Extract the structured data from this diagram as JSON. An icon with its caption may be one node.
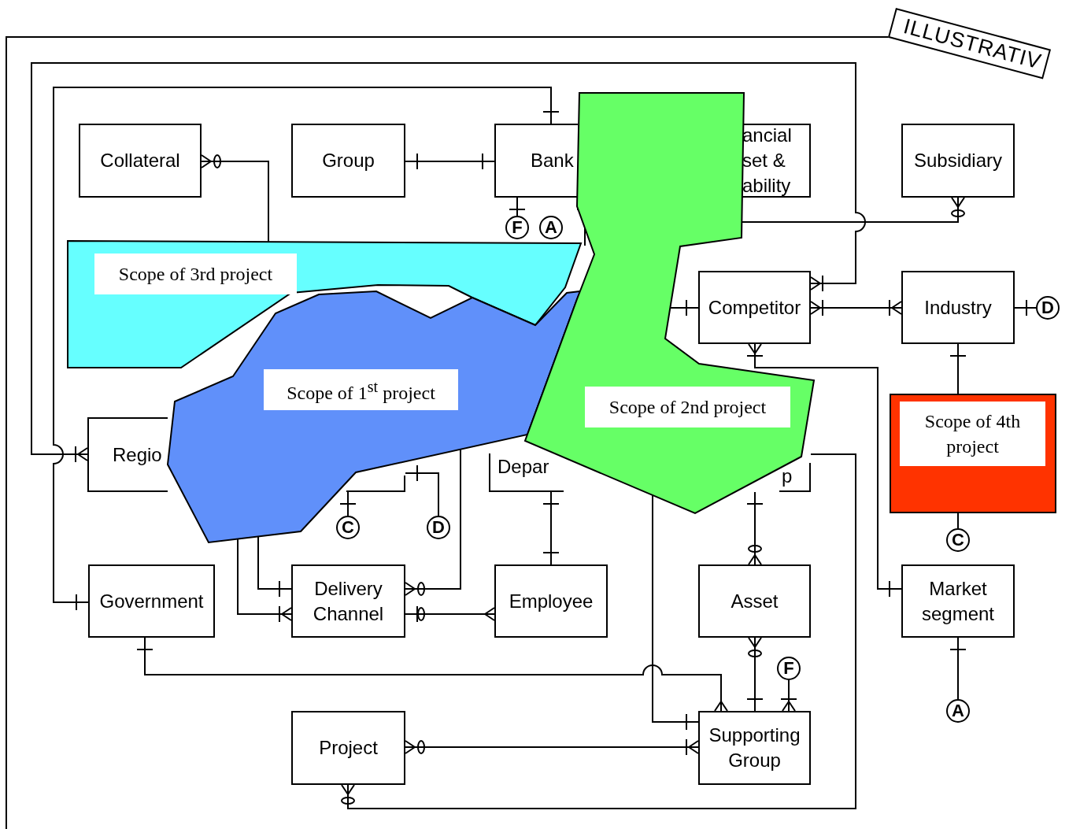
{
  "diagram": {
    "nodes": [
      {
        "text": [
          "Collateral"
        ]
      },
      {
        "text": [
          "Group"
        ]
      },
      {
        "text": [
          "Bank"
        ]
      },
      {
        "text": [
          "ancial set & ability"
        ]
      },
      {
        "text": [
          "Subsidiary"
        ]
      },
      {
        "text": [
          "Competitor"
        ]
      },
      {
        "text": [
          "Industry"
        ]
      },
      {
        "text": [
          "Regio"
        ]
      },
      {
        "text": [],
        "shape": "box"
      },
      {
        "text": [
          "Depar"
        ]
      },
      {
        "text": [
          "p"
        ]
      },
      {
        "text": [
          "Government"
        ]
      },
      {
        "text": [
          "Delivery Channel"
        ]
      },
      {
        "text": [
          "Employee"
        ]
      },
      {
        "text": [
          "Asset"
        ]
      },
      {
        "text": [
          "Market segment"
        ]
      },
      {
        "text": [
          "Project"
        ]
      },
      {
        "text": [
          "Supporting Group"
        ]
      },
      {
        "text": [
          "Scope of 3rd project"
        ]
      },
      {
        "text": [
          "Scope of 1$^{st}$ project"
        ]
      },
      {
        "text": [
          "Scope of 2nd project"
        ]
      },
      {
        "text": [
          "Scope of 4th project"
        ]
      },
      {
        "text": [
          "F"
        ]
      },
      {
        "text": [
          "A"
        ]
      },
      {
        "text": [
          "D"
        ]
      },
      {
        "text": [
          "C"
        ]
      },
      {
        "text": [
          "D"
        ]
      },
      {
        "text": [
          "C"
        ]
      },
      {
        "text": [
          "F"
        ]
      },
      {
        "text": [
          "A"
        ]
      }
    ],
    "edges": [
      {
        "from": 0,
        "to": 18,
        "arrow": "other"
      },
      {
        "from": 1,
        "to": 2,
        "arrow": "other"
      },
      {
        "from": 2,
        "to": 11,
        "arrow": "other"
      },
      {
        "from": 5,
        "to": 7,
        "arrow": "other"
      },
      {
        "from": 2,
        "to": 22,
        "arrow": "other"
      },
      {
        "from": 2,
        "to": 20,
        "arrow": "other"
      },
      {
        "from": 20,
        "to": 4,
        "arrow": "other"
      },
      {
        "from": 5,
        "to": 6,
        "arrow": "other"
      },
      {
        "from": 20,
        "to": 5,
        "arrow": "other"
      },
      {
        "from": 6,
        "to": 24,
        "arrow": "other"
      },
      {
        "from": 6,
        "to": 21,
        "arrow": "other"
      },
      {
        "from": 21,
        "to": 27,
        "arrow": "none"
      },
      {
        "from": 5,
        "to": 15,
        "arrow": "other"
      },
      {
        "from": 8,
        "to": 25,
        "arrow": "other"
      },
      {
        "from": 8,
        "to": 26,
        "arrow": "other"
      },
      {
        "from": 9,
        "to": 13,
        "arrow": "other"
      },
      {
        "from": 10,
        "to": 14,
        "arrow": "other"
      },
      {
        "from": 10,
        "to": 16,
        "arrow": "other"
      },
      {
        "from": 12,
        "to": 19,
        "arrow": "other"
      },
      {
        "from": 13,
        "to": 12,
        "arrow": "other"
      },
      {
        "from": 19,
        "to": 12,
        "arrow": "other"
      },
      {
        "from": 19,
        "to": 12,
        "arrow": "other"
      },
      {
        "from": 11,
        "to": 17,
        "arrow": "other"
      },
      {
        "from": 14,
        "to": 17,
        "arrow": "other"
      },
      {
        "from": 28,
        "to": 17,
        "arrow": "other"
      },
      {
        "from": 20,
        "to": 17,
        "arrow": "other"
      },
      {
        "from": 16,
        "to": 17,
        "arrow": "other"
      },
      {
        "from": 15,
        "to": 29,
        "arrow": "other"
      }
    ],
    "labels": [
      "ILLUSTRATIV"
    ]
  }
}
